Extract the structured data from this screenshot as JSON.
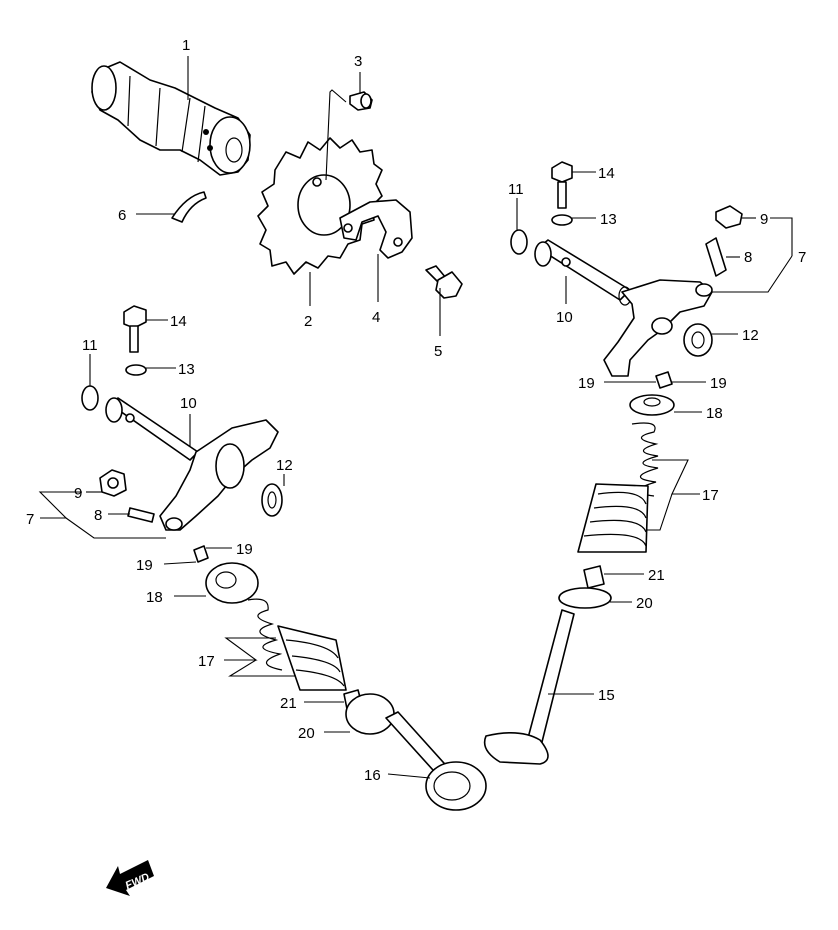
{
  "diagram": {
    "type": "exploded parts diagram",
    "callouts": {
      "c1": "1",
      "c2": "2",
      "c3": "3",
      "c4": "4",
      "c5": "5",
      "c6": "6",
      "c7r": "7",
      "c7l": "7",
      "c8r": "8",
      "c8l": "8",
      "c9r": "9",
      "c9l": "9",
      "c10r": "10",
      "c10l": "10",
      "c11r": "11",
      "c11l": "11",
      "c12r": "12",
      "c12l": "12",
      "c13r": "13",
      "c13l": "13",
      "c14r": "14",
      "c14l": "14",
      "c15": "15",
      "c16": "16",
      "c17r": "17",
      "c17l": "17",
      "c18r": "18",
      "c18l": "18",
      "c19ra": "19",
      "c19rb": "19",
      "c19la": "19",
      "c19lb": "19",
      "c20r": "20",
      "c20l": "20",
      "c21r": "21",
      "c21l": "21"
    },
    "fwd_label": "FWD"
  }
}
